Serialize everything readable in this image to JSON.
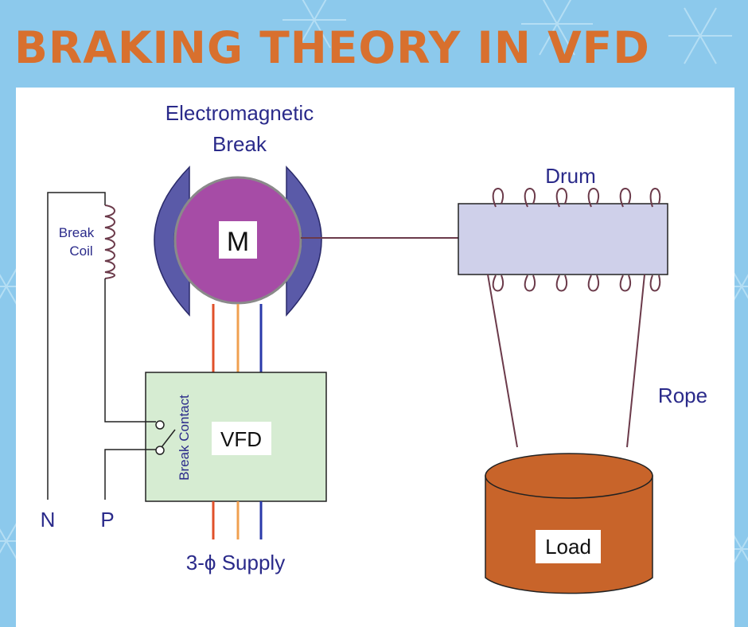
{
  "title": "BRAKING THEORY IN VFD",
  "diagram": {
    "brake_label_line1": "Electromagnetic",
    "brake_label_line2": "Break",
    "motor_label": "M",
    "drum_label": "Drum",
    "coil_label_line1": "Break",
    "coil_label_line2": "Coil",
    "vfd_label": "VFD",
    "contact_label": "Break Contact",
    "rope_label": "Rope",
    "load_label": "Load",
    "neutral_label": "N",
    "phase_label": "P",
    "supply_label": "3-ϕ Supply"
  },
  "colors": {
    "background": "#8cc9ec",
    "title": "#d8702e",
    "motor": "#a64ca6",
    "brake_pad": "#5a5aa8",
    "drum": "#cfd0ea",
    "vfd": "#d6ecd2",
    "load": "#c8642a",
    "wire_red": "#e0502a",
    "wire_orange": "#f0a050",
    "wire_blue": "#2a3aaa",
    "wire_dark": "#6b3a4a"
  }
}
